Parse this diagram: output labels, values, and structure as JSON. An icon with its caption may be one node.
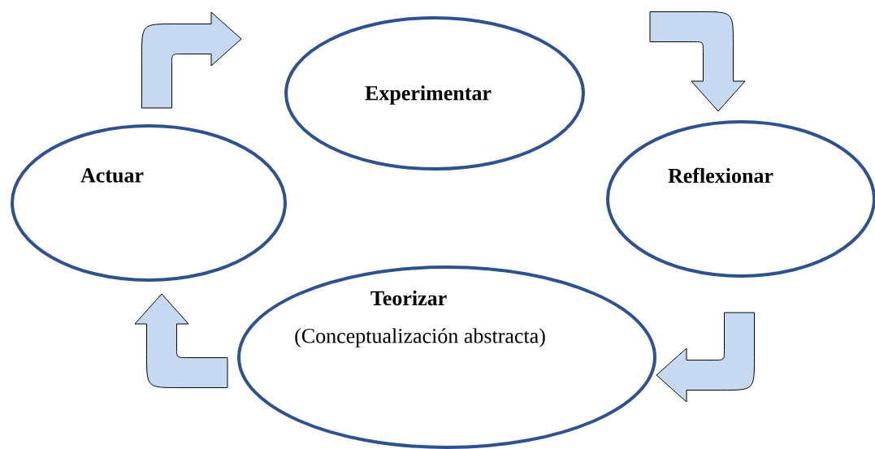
{
  "diagram": {
    "nodes": [
      {
        "text": [
          "Experimentar"
        ]
      },
      {
        "text": [
          "Actuar"
        ]
      },
      {
        "text": [
          "Reflexionar"
        ]
      },
      {
        "text": [
          "Teorizar",
          "(Conceptualización abstracta)"
        ]
      }
    ],
    "edges": [
      {
        "from": 1,
        "to": 0,
        "arrow": "to"
      },
      {
        "from": 0,
        "to": 2,
        "arrow": "to"
      },
      {
        "from": 2,
        "to": 3,
        "arrow": "to"
      },
      {
        "from": 3,
        "to": 1,
        "arrow": "to"
      }
    ]
  }
}
